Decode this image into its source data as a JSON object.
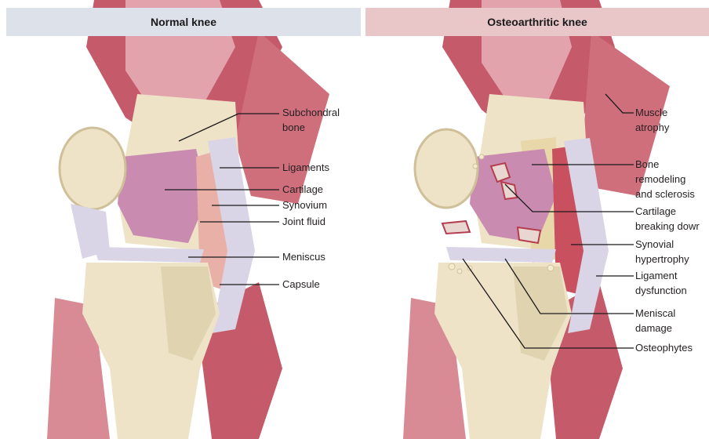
{
  "panels": {
    "left": {
      "title": "Normal knee",
      "header_color": "#dde1ea"
    },
    "right": {
      "title": "Osteoarthritic knee",
      "header_color": "#e9c7c9"
    }
  },
  "labels": {
    "left": {
      "subchondral_1": "Subchondral",
      "subchondral_2": "bone",
      "ligaments": "Ligaments",
      "cartilage": "Cartilage",
      "synovium": "Synovium",
      "joint_fluid": "Joint fluid",
      "meniscus": "Meniscus",
      "capsule": "Capsule"
    },
    "right": {
      "muscle_1": "Muscle",
      "muscle_2": "atrophy",
      "bone_1": "Bone",
      "bone_2": "remodeling",
      "bone_3": "and sclerosis",
      "cart_1": "Cartilage",
      "cart_2": "breaking dowr",
      "syn_1": "Synovial",
      "syn_2": "hypertrophy",
      "lig_1": "Ligament",
      "lig_2": "dysfunction",
      "men_1": "Meniscal",
      "men_2": "damage",
      "osteophytes": "Osteophytes"
    }
  },
  "colors": {
    "muscle": "#c55a6a",
    "muscle_light": "#e3a3ad",
    "bone": "#eee3c6",
    "bone_shadow": "#cfc09a",
    "cartilage": "#c98bb0",
    "ligament": "#d9d4e6",
    "leader_line": "#1a1a1a"
  }
}
